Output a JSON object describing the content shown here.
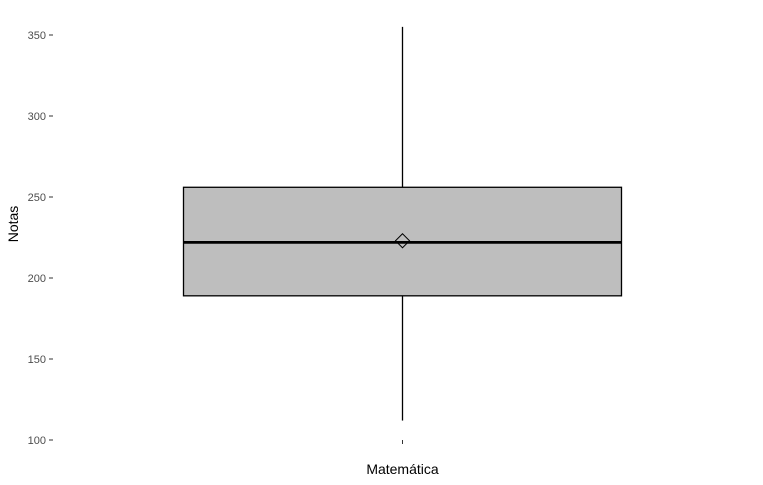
{
  "chart_data": {
    "type": "box",
    "xlabel": "",
    "ylabel": "Notas",
    "ylim": [
      100,
      355
    ],
    "yticks": [
      100,
      150,
      200,
      250,
      300,
      350
    ],
    "categories": [
      "Matemática"
    ],
    "boxes": [
      {
        "category": "Matemática",
        "whisker_low": 112,
        "q1": 189,
        "median": 222,
        "q3": 256,
        "whisker_high": 355,
        "mean": 223
      }
    ],
    "grid": false,
    "colors": {
      "box_fill": "#bebebe",
      "stroke": "#000000"
    }
  }
}
